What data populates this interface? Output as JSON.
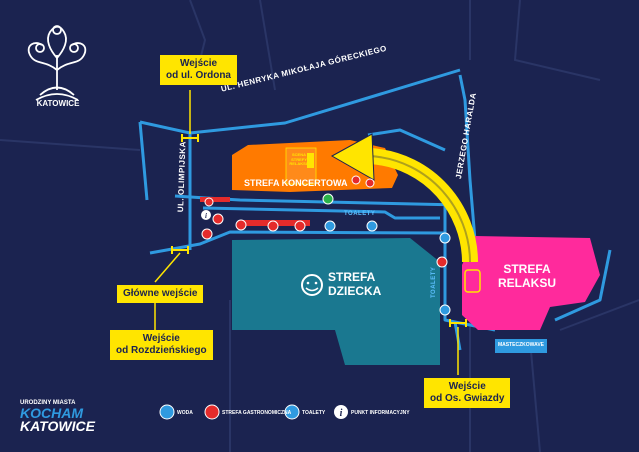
{
  "logo": {
    "text": "KATOWICE"
  },
  "brand": {
    "line1": "URODZINY MIASTA",
    "line2": "KOCHAM",
    "line3": "KATOWICE"
  },
  "streets": {
    "gorecki": "UL. HENRYKA MIKOŁAJA GÓRECKIEGO",
    "olimpijska": "UL. OLIMPIJSKA",
    "harald": "JERZEGO HARALDA"
  },
  "entrances": {
    "ordona": {
      "line1": "Wejście",
      "line2": "od ul. Ordona"
    },
    "main": {
      "line1": "Główne wejście"
    },
    "rozdzienski": {
      "line1": "Wejście",
      "line2": "od Rozdzieńskiego"
    },
    "gwiazdy": {
      "line1": "Wejście",
      "line2": "od Os. Gwiazdy"
    }
  },
  "zones": {
    "koncertowa": {
      "name": "STREFA KONCERTOWA",
      "color": "#ff7a00"
    },
    "scena": {
      "line1": "SCENA",
      "line2": "STREFY",
      "line3": "RELAKSU"
    },
    "dziecka": {
      "line1": "STREFA",
      "line2": "DZIECKA",
      "color": "#1a7890"
    },
    "relaksu": {
      "line1": "STREFA",
      "line2": "RELAKSU",
      "color": "#ff2a9c"
    },
    "masteczko": "MASTECZKOWAVE"
  },
  "toilets": {
    "top": "TOALETY",
    "side": "TOALETY"
  },
  "legend": {
    "woda": "WODA",
    "gastro": "STREFA GASTRONOMICZNA",
    "toalety": "TOALETY",
    "info": "PUNKT INFORMACYJNY"
  },
  "colors": {
    "background": "#1b2350",
    "path": "#2f9ae0",
    "callout": "#ffe500",
    "arrow": "#ffe500"
  }
}
